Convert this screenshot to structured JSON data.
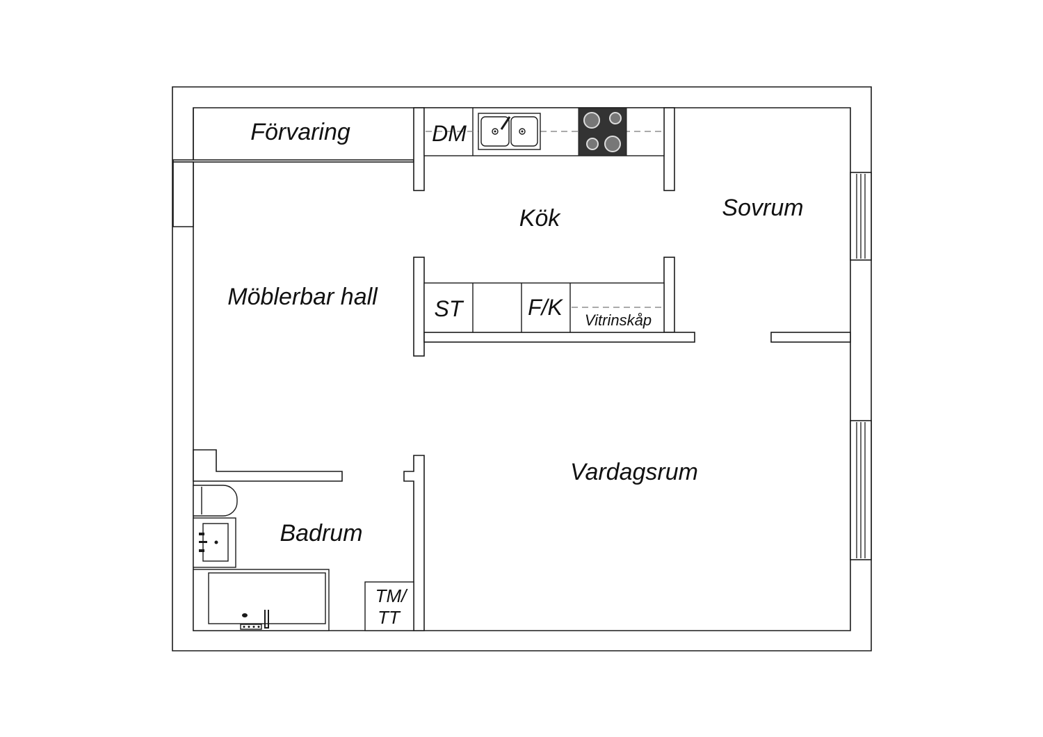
{
  "floorplan": {
    "rooms": {
      "storage": "Förvaring",
      "kitchen": "Kök",
      "bedroom": "Sovrum",
      "hall": "Möblerbar hall",
      "living": "Vardagsrum",
      "bathroom": "Badrum"
    },
    "fixtures": {
      "dishwasher": "DM",
      "wardrobe": "ST",
      "fridge_freezer": "F/K",
      "display_cabinet": "Vitrinskåp",
      "washer_line1": "TM/",
      "washer_line2": "TT"
    }
  }
}
